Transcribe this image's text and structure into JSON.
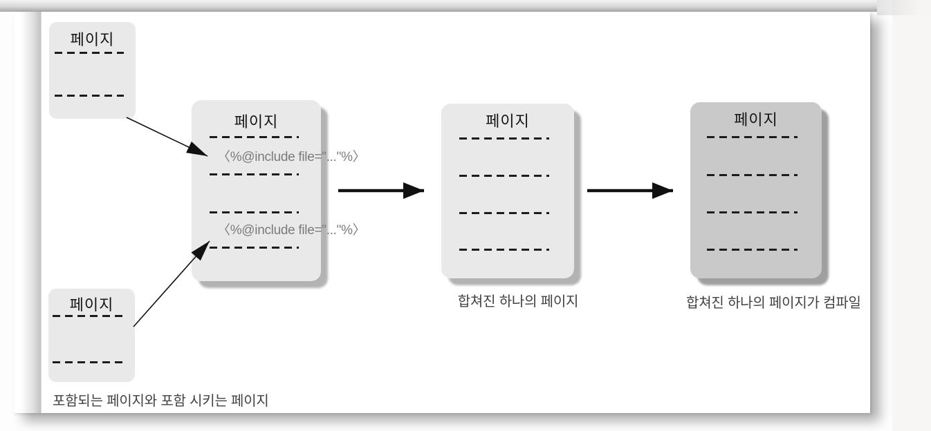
{
  "diagram": {
    "page_label": "페이지",
    "include_directive": "〈%@include file=\"...\"%〉",
    "captions": {
      "merged_page": "합쳐진 하나의 페이지",
      "compiled_page": "합쳐진 하나의 페이지가 컴파일",
      "footer": "포함되는 페이지와 포함 시키는 페이지"
    },
    "colors": {
      "box_fill": "#e9e9e9",
      "box_fill_compiled": "#c9c9c9",
      "box_shadow": "#b3b3b3",
      "box_shadow_compiled": "#9f9f9f",
      "dashed_line": "#1c1c1c",
      "include_text": "#7b7b7b",
      "caption_text": "#414141",
      "title_text": "#141414",
      "arrow": "#111111",
      "page_background": "#ffffff"
    }
  }
}
